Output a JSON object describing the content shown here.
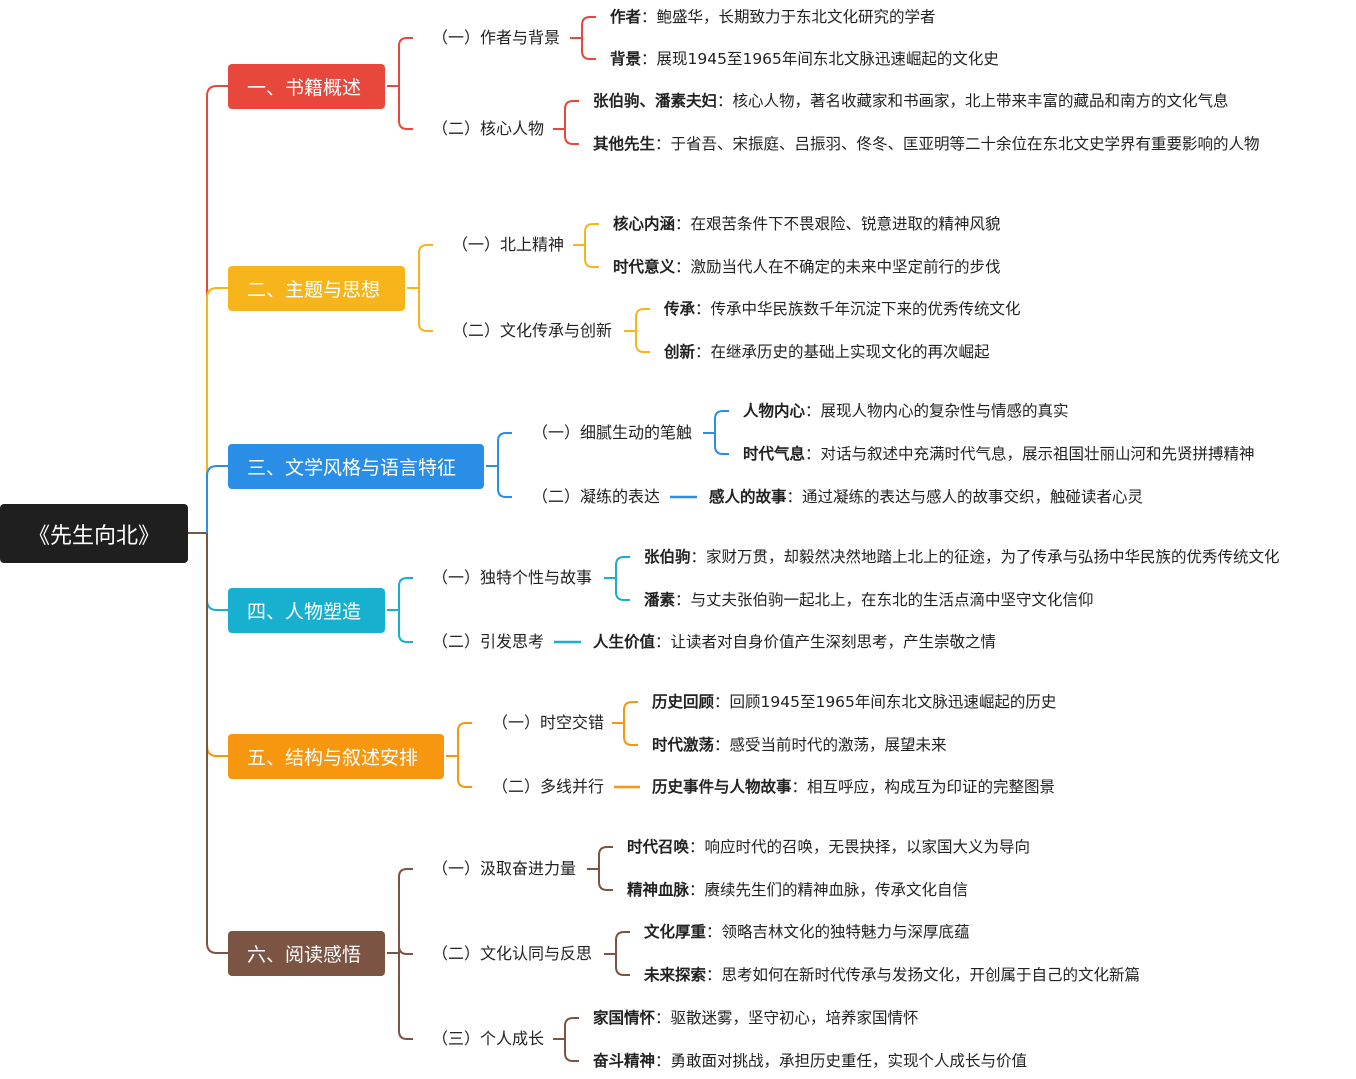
{
  "root": {
    "title": "《先生向北》"
  },
  "branches": [
    {
      "label": "一、书籍概述",
      "color": "#e8473c",
      "subs": [
        {
          "label": "（一）作者与背景",
          "leaves": [
            {
              "key": "作者",
              "text": "：鲍盛华，长期致力于东北文化研究的学者"
            },
            {
              "key": "背景",
              "text": "：展现1945至1965年间东北文脉迅速崛起的文化史"
            }
          ]
        },
        {
          "label": "（二）核心人物",
          "leaves": [
            {
              "key": "张伯驹、潘素夫妇",
              "text": "：核心人物，著名收藏家和书画家，北上带来丰富的藏品和南方的文化气息"
            },
            {
              "key": "其他先生",
              "text": "：于省吾、宋振庭、吕振羽、佟冬、匡亚明等二十余位在东北文史学界有重要影响的人物"
            }
          ]
        }
      ]
    },
    {
      "label": "二、主题与思想",
      "color": "#f7b51b",
      "subs": [
        {
          "label": "（一）北上精神",
          "leaves": [
            {
              "key": "核心内涵",
              "text": "：在艰苦条件下不畏艰险、锐意进取的精神风貌"
            },
            {
              "key": "时代意义",
              "text": "：激励当代人在不确定的未来中坚定前行的步伐"
            }
          ]
        },
        {
          "label": "（二）文化传承与创新",
          "leaves": [
            {
              "key": "传承",
              "text": "：传承中华民族数千年沉淀下来的优秀传统文化"
            },
            {
              "key": "创新",
              "text": "：在继承历史的基础上实现文化的再次崛起"
            }
          ]
        }
      ]
    },
    {
      "label": "三、文学风格与语言特征",
      "color": "#2a8ee6",
      "subs": [
        {
          "label": "（一）细腻生动的笔触",
          "leaves": [
            {
              "key": "人物内心",
              "text": "：展现人物内心的复杂性与情感的真实"
            },
            {
              "key": "时代气息",
              "text": "：对话与叙述中充满时代气息，展示祖国壮丽山河和先贤拼搏精神"
            }
          ]
        },
        {
          "label": "（二）凝练的表达",
          "leaves": [
            {
              "key": "感人的故事",
              "text": "：通过凝练的表达与感人的故事交织，触碰读者心灵"
            }
          ]
        }
      ]
    },
    {
      "label": "四、人物塑造",
      "color": "#17b0cf",
      "subs": [
        {
          "label": "（一）独特个性与故事",
          "leaves": [
            {
              "key": "张伯驹",
              "text": "：家财万贯，却毅然决然地踏上北上的征途，为了传承与弘扬中华民族的优秀传统文化"
            },
            {
              "key": "潘素",
              "text": "：与丈夫张伯驹一起北上，在东北的生活点滴中坚守文化信仰"
            }
          ]
        },
        {
          "label": "（二）引发思考",
          "leaves": [
            {
              "key": "人生价值",
              "text": "：让读者对自身价值产生深刻思考，产生崇敬之情"
            }
          ]
        }
      ]
    },
    {
      "label": "五、结构与叙述安排",
      "color": "#f7960f",
      "subs": [
        {
          "label": "（一）时空交错",
          "leaves": [
            {
              "key": "历史回顾",
              "text": "：回顾1945至1965年间东北文脉迅速崛起的历史"
            },
            {
              "key": "时代激荡",
              "text": "：感受当前时代的激荡，展望未来"
            }
          ]
        },
        {
          "label": "（二）多线并行",
          "leaves": [
            {
              "key": "历史事件与人物故事",
              "text": "：相互呼应，构成互为印证的完整图景"
            }
          ]
        }
      ]
    },
    {
      "label": "六、阅读感悟",
      "color": "#7b5443",
      "subs": [
        {
          "label": "（一）汲取奋进力量",
          "leaves": [
            {
              "key": "时代召唤",
              "text": "：响应时代的召唤，无畏抉择，以家国大义为导向"
            },
            {
              "key": "精神血脉",
              "text": "：赓续先生们的精神血脉，传承文化自信"
            }
          ]
        },
        {
          "label": "（二）文化认同与反思",
          "leaves": [
            {
              "key": "文化厚重",
              "text": "：领略吉林文化的独特魅力与深厚底蕴"
            },
            {
              "key": "未来探索",
              "text": "：思考如何在新时代传承与发扬文化，开创属于自己的文化新篇"
            }
          ]
        },
        {
          "label": "（三）个人成长",
          "leaves": [
            {
              "key": "家国情怀",
              "text": "：驱散迷雾，坚守初心，培养家国情怀"
            },
            {
              "key": "奋斗精神",
              "text": "：勇敢面对挑战，承担历史重任，实现个人成长与价值"
            }
          ]
        }
      ]
    }
  ]
}
